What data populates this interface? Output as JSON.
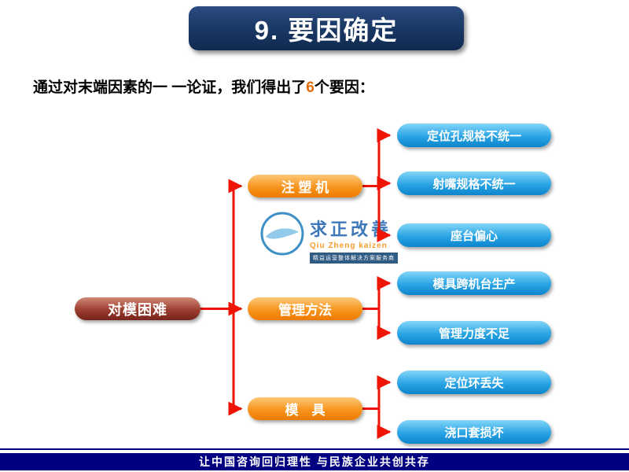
{
  "title": "9. 要因确定",
  "subtitle": {
    "prefix": "通过对末端因素的一 一论证，我们得出了",
    "highlight": "6",
    "suffix": "个要因："
  },
  "root_label": "对模困难",
  "categories": [
    {
      "label": "注 塑 机",
      "causes": [
        "定位孔规格不统一",
        "射嘴规格不统一",
        "座台偏心"
      ]
    },
    {
      "label": "管理方法",
      "causes": [
        "模具跨机台生产",
        "管理力度不足"
      ]
    },
    {
      "label": "模　具",
      "causes": [
        "定位环丢失",
        "浇口套损坏"
      ]
    }
  ],
  "watermark": {
    "name": "求正改善",
    "romanized": "Qiu Zheng kaizen",
    "tagline": "精益运营整体解决方案服务商"
  },
  "footer": "让中国咨询回归理性  与民族企业共创共存",
  "colors": {
    "banner": "#1b3a66",
    "cause_box": "#1e9ae0",
    "category_box": "#f7941d",
    "root_box": "#9c3d30",
    "connector": "#ee1504",
    "highlight": "#e36c09",
    "footer_bg": "#000080"
  }
}
